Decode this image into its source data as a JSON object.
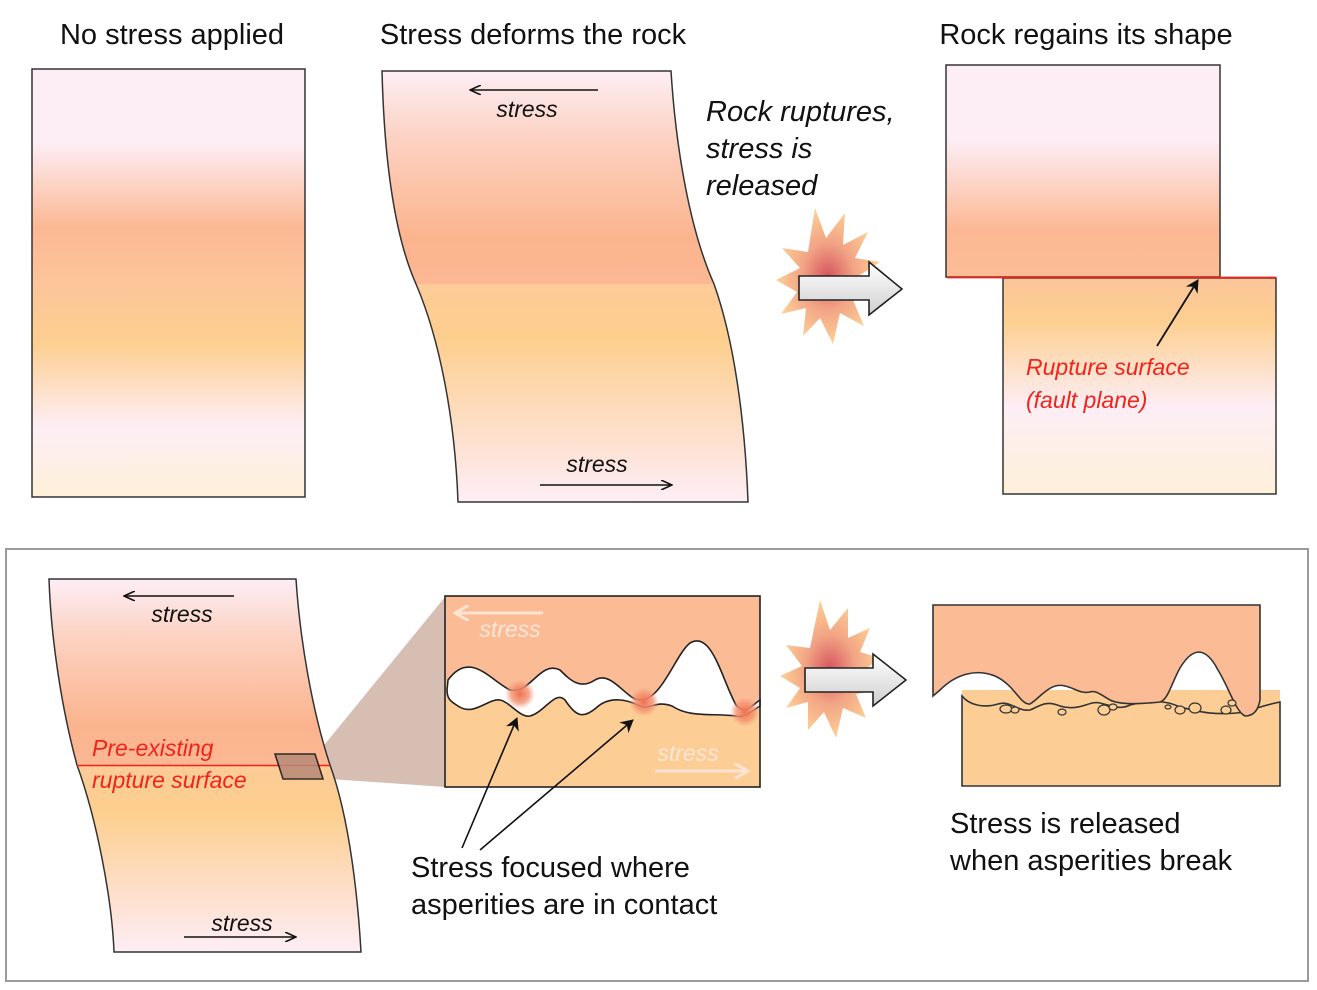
{
  "colors": {
    "rock_top": "#fbbb95",
    "rock_bottom": "#fcd29a",
    "rock_light": "#fdeef6",
    "rupture_red": "#f2231b",
    "outline": "#333333",
    "zoom_wedge": "#c9a898",
    "arrow_fill": "#e3e3e3"
  },
  "top_panel": {
    "step1": {
      "title": "No stress applied"
    },
    "step2": {
      "title": "Stress deforms the rock",
      "stress_top_label": "stress",
      "stress_bottom_label": "stress"
    },
    "transition": {
      "label_lines": [
        "Rock ruptures,",
        "stress is",
        "released"
      ]
    },
    "step3": {
      "title": "Rock regains its shape",
      "rupture_label_lines": [
        "Rupture surface",
        "(fault plane)"
      ]
    }
  },
  "bottom_panel": {
    "deformed_rock": {
      "stress_top_label": "stress",
      "stress_bottom_label": "stress",
      "preexisting_label_lines": [
        "Pre-existing",
        "rupture surface"
      ]
    },
    "closeup": {
      "stress_top_label": "stress",
      "stress_bottom_label": "stress",
      "caption_lines": [
        "Stress focused where",
        "asperities are in contact"
      ]
    },
    "after_break": {
      "caption_lines": [
        "Stress is released",
        "when asperities break"
      ]
    }
  }
}
